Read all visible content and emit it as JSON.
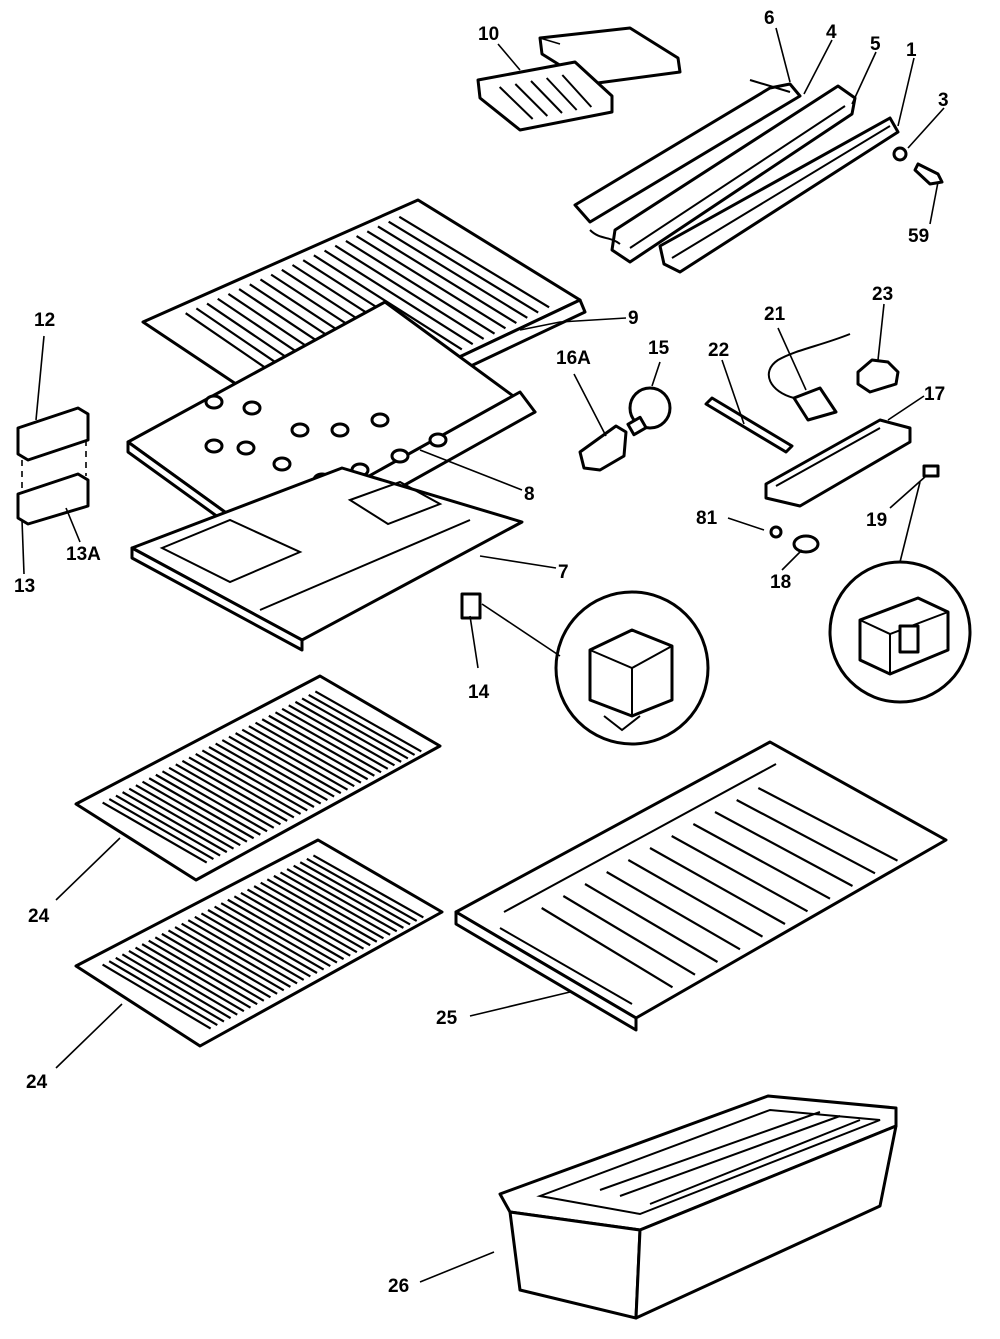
{
  "diagram": {
    "labels": {
      "p10": "10",
      "p6": "6",
      "p4": "4",
      "p5": "5",
      "p1": "1",
      "p3": "3",
      "p59": "59",
      "p12": "12",
      "p9": "9",
      "p16a": "16A",
      "p15": "15",
      "p22": "22",
      "p21": "21",
      "p23": "23",
      "p17": "17",
      "p8": "8",
      "p13a": "13A",
      "p13": "13",
      "p7": "7",
      "p81": "81",
      "p19": "19",
      "p18": "18",
      "p14": "14",
      "p24a": "24",
      "p24b": "24",
      "p25": "25",
      "p26": "26"
    }
  }
}
